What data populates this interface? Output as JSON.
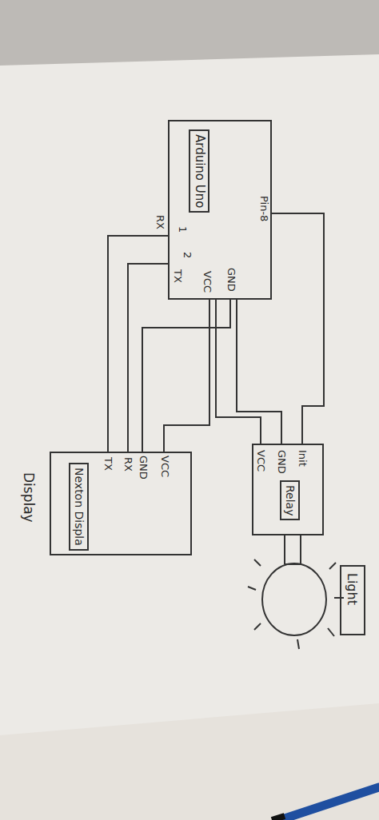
{
  "diagram": {
    "nodes": [
      {
        "text": [
          "Arduino Uno"
        ]
      },
      {
        "text": [
          "Nexton Displa",
          "Display"
        ]
      },
      {
        "text": [
          "Relay"
        ]
      },
      {
        "text": [
          "Light"
        ]
      }
    ],
    "edges": [
      {
        "from": 0,
        "to": 2,
        "arrow": "none"
      },
      {
        "from": 0,
        "to": 2,
        "arrow": "none"
      },
      {
        "from": 0,
        "to": 2,
        "arrow": "none"
      },
      {
        "from": 0,
        "to": 1,
        "arrow": "none"
      },
      {
        "from": 0,
        "to": 1,
        "arrow": "none"
      },
      {
        "from": 0,
        "to": 1,
        "arrow": "none"
      },
      {
        "from": 0,
        "to": 1,
        "arrow": "none"
      }
    ],
    "labels": [
      "Pin-8",
      "RX",
      "1",
      "TX",
      "2",
      "VCC",
      "GND",
      "Init",
      "GND",
      "VCC",
      "VCC",
      "GND",
      "RX",
      "TX"
    ]
  }
}
